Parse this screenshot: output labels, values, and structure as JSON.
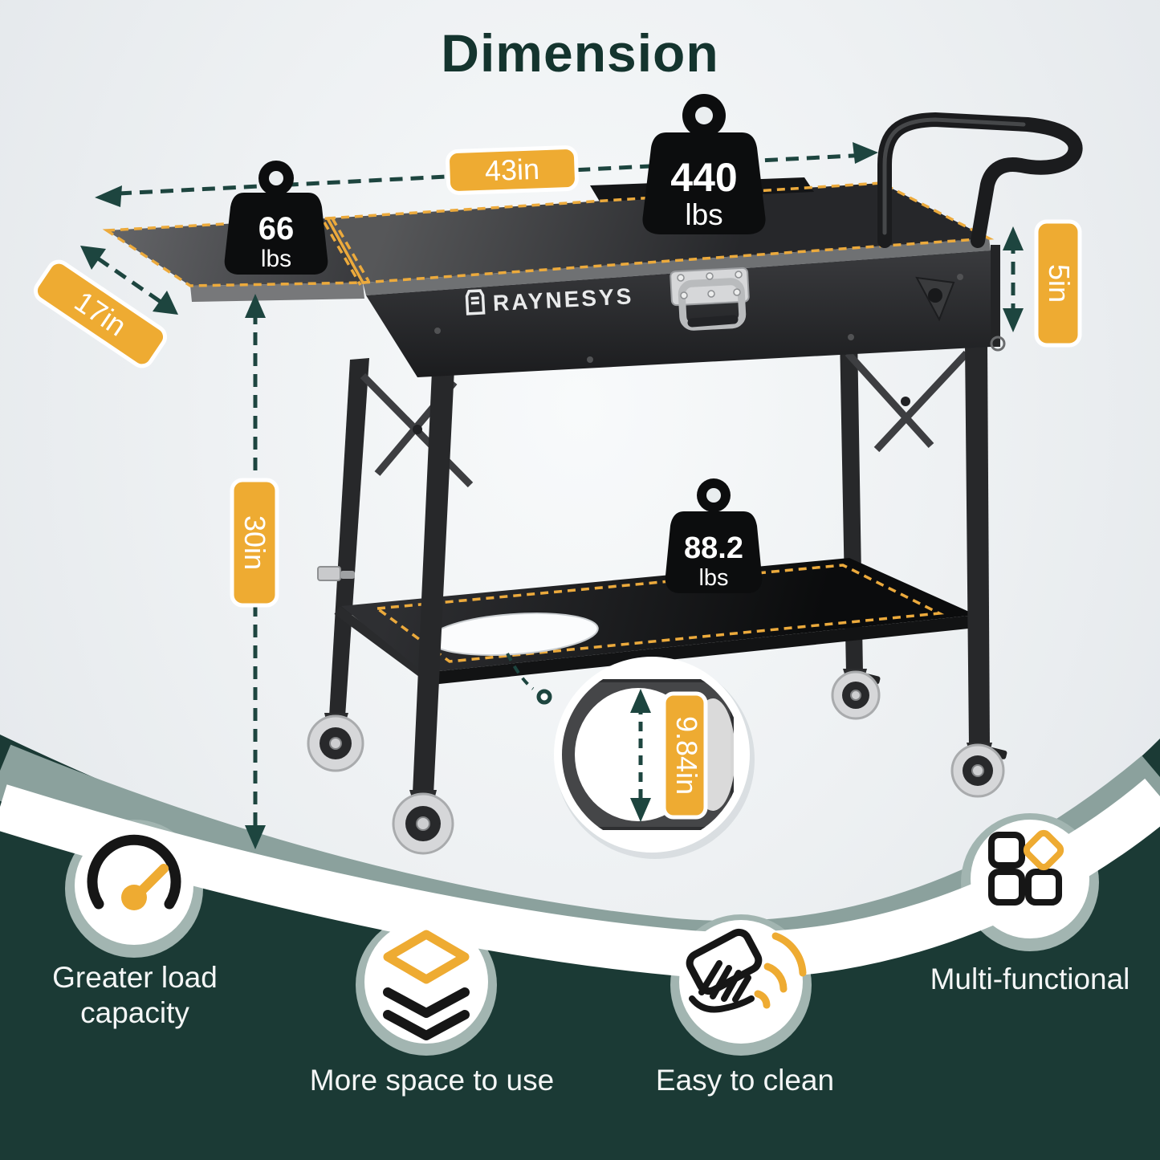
{
  "title": "Dimension",
  "brand": "RAYNESYS",
  "dimensions": {
    "top_length": "43in",
    "side_table_depth": "17in",
    "height": "30in",
    "tabletop_edge_height": "5in",
    "shelf_hole": "9.84in"
  },
  "capacities": {
    "side_table": {
      "value": "66",
      "unit": "lbs"
    },
    "tabletop": {
      "value": "440",
      "unit": "lbs"
    },
    "bottom_shelf": {
      "value": "88.2",
      "unit": "lbs"
    }
  },
  "features": [
    {
      "icon": "gauge-icon",
      "label": "Greater load capacity"
    },
    {
      "icon": "layers-icon",
      "label": "More space to use"
    },
    {
      "icon": "wipe-icon",
      "label": "Easy to clean"
    },
    {
      "icon": "grid-icon",
      "label": "Multi-functional"
    }
  ],
  "colors": {
    "accent_yellow": "#eeab32",
    "dark_green": "#16332e",
    "arrow_teal": "#1d453f",
    "band_teal": "#8ba19d",
    "cart_dash_orange": "#ecaa3c"
  }
}
